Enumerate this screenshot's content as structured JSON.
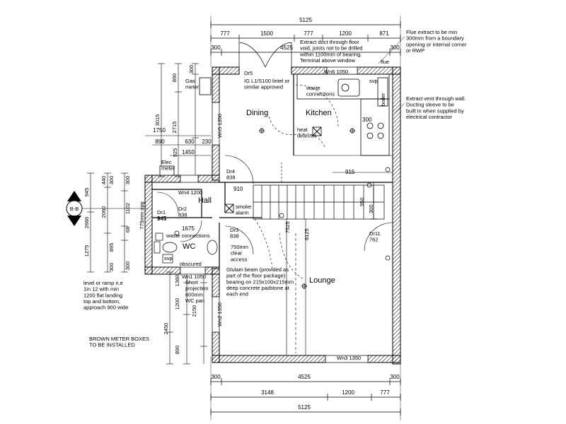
{
  "dims": {
    "top_total": "5125",
    "top_segments": [
      "777",
      "1500",
      "777",
      "1200",
      "871"
    ],
    "top_row2": [
      "300",
      "4525",
      "300"
    ],
    "bottom_row1": [
      "300",
      "4525",
      "300"
    ],
    "bottom_row2": [
      "3148",
      "1200",
      "777"
    ],
    "bottom_total": "5125",
    "left_col_a": [
      "3015",
      "2660",
      "945",
      "1275"
    ],
    "left_col_b": [
      "890",
      "2715",
      "1750",
      "890",
      "440",
      "300",
      "2060",
      "895",
      "300",
      "2450",
      "890"
    ],
    "left_col_c": [
      "300",
      "630",
      "230",
      "925",
      "1450",
      "300",
      "1102",
      "68",
      "300",
      "1360",
      "1200",
      "2150"
    ],
    "left_small": [
      "775mm opg",
      "945",
      "1675"
    ],
    "right_dims": [
      "300",
      "915",
      "950",
      "8125",
      "7525",
      "910",
      "300"
    ]
  },
  "rooms": {
    "dining": "Dining",
    "kitchen": "Kitchen",
    "hall": "Hall",
    "wc": "WC",
    "lounge": "Lounge"
  },
  "labels": {
    "gas_meter": "Gas\nmeter",
    "elec_meter": "Elec\nmeter",
    "dr5": "Dr5",
    "lintel": "IG L1/S100 lintel or\nsimilar approved",
    "dr4": "Dr4\n838",
    "dr1": "Dr1\n945",
    "dr2": "Dr2\n838",
    "dr3": "Dr3\n838",
    "dr11": "Dr11\n762",
    "wn4": "Wn4  1200",
    "wn5": "Wn5  1350",
    "wn6": "Wn6  1050",
    "wn1": "Wn1  1050",
    "wn2": "Wn2  1350",
    "wn3": "Wn3  1350",
    "waste_connections_kitchen": "waste\nconnections",
    "waste_connections_wc": "waste connections",
    "heat_detector": "heat\ndetector",
    "smoke_alarm": "smoke\nalarm",
    "svp": "svp",
    "obscured": "obscured",
    "clear_access": "750mm\nclear\naccess",
    "short_projection": "Short\nprojection\n600mm\nWC pan",
    "glulam": "Glulam beam (provided as\npart of the floor package)\nbearing on 215x100x215mm\ndeep concrete padstone at\neach end",
    "flue": "flue",
    "boiler": "boiler",
    "section": "B-B"
  },
  "notes": {
    "extract_duct": "Extract duct through floor\nvoid, joists not to be drilled\nwithin 1100mm of bearing.\nTerminal above window",
    "flue_extract": "Flue extract to be min\n300mm from a boundary\nopening or internal corner\nor RWP",
    "extract_vent": "Extract vent through wall.\nDucting sleeve to be\nbuilt in when supplied by\nelectrical contractor",
    "ramp": "level or ramp n.e\n1in 12 with min\n1200 flat landing\ntop and bottom,\napproach 900 wide",
    "meter_boxes": "BROWN METER BOXES\nTO BE INSTALLED"
  }
}
